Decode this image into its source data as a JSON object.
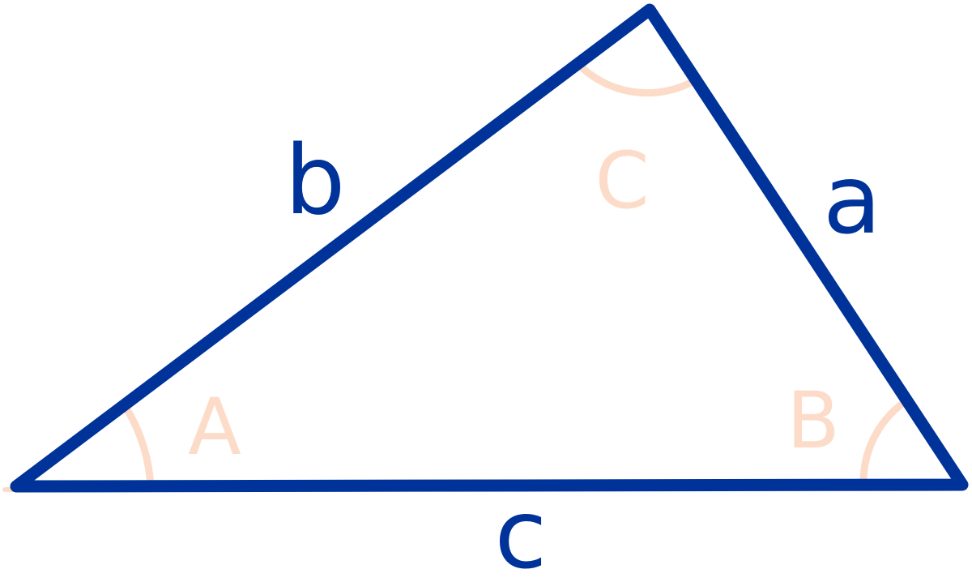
{
  "colors": {
    "edge": "#003399",
    "angle_mark": "#fcdcc8",
    "background": "#ffffff"
  },
  "sides": {
    "a": "a",
    "b": "b",
    "c": "c"
  },
  "angles": {
    "A": "A",
    "B": "B",
    "C": "C"
  }
}
